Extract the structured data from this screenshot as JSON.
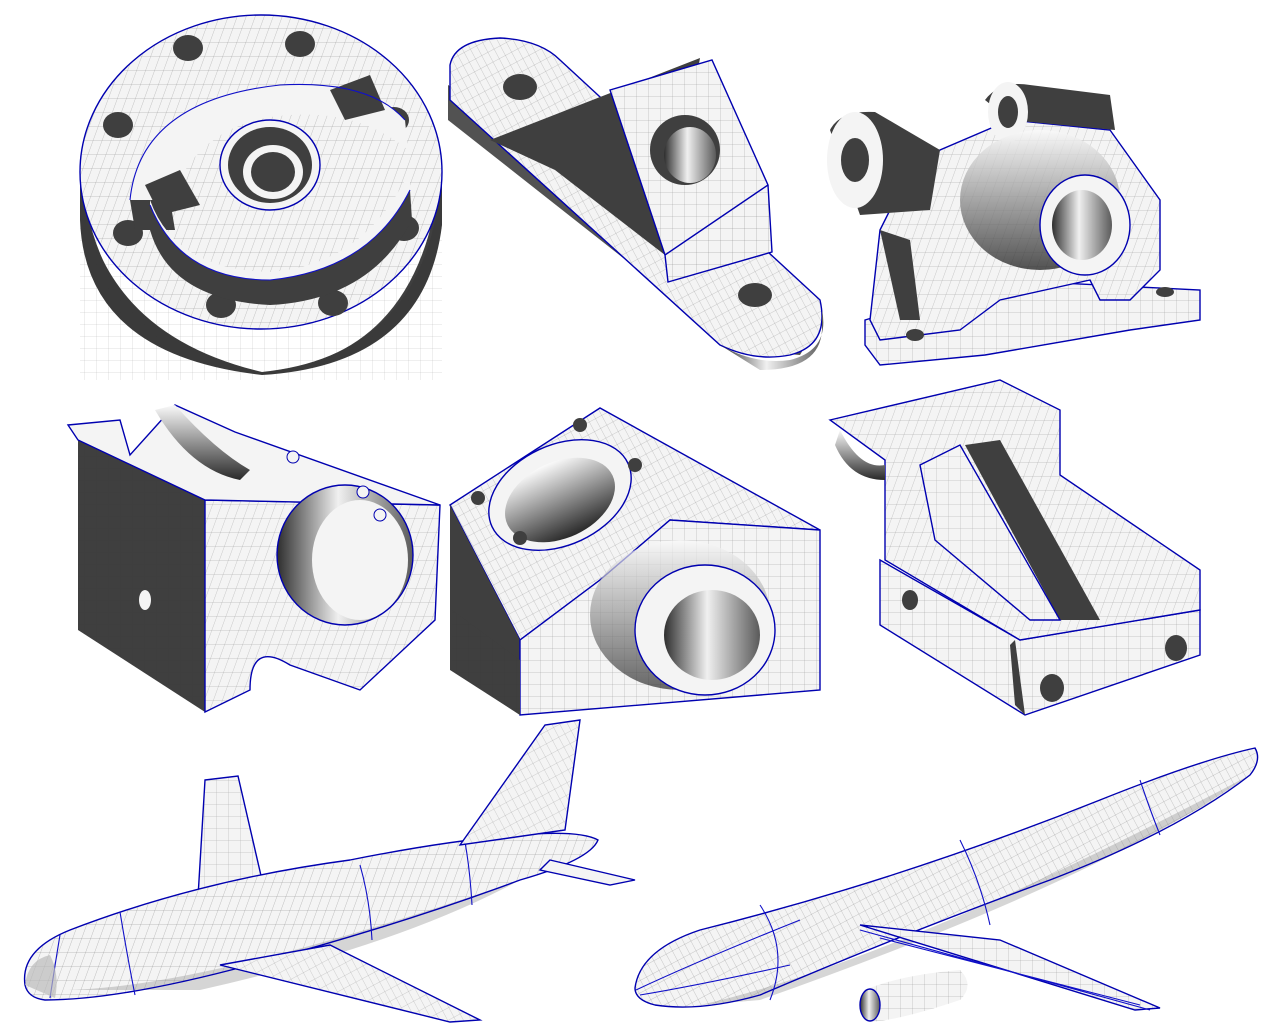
{
  "figure": {
    "background": "#ffffff",
    "colors": {
      "surface_light": "#f4f4f4",
      "surface_dark": "#3f3f3f",
      "mesh_line": "#2a2a2a",
      "patch_boundary": "#1010c8"
    },
    "models": [
      {
        "name": "flange"
      },
      {
        "name": "bracket-arm"
      },
      {
        "name": "bearing-housing"
      },
      {
        "name": "pillow-block"
      },
      {
        "name": "angled-block"
      },
      {
        "name": "rib-support"
      },
      {
        "name": "airliner-side"
      },
      {
        "name": "airliner-top"
      }
    ]
  }
}
